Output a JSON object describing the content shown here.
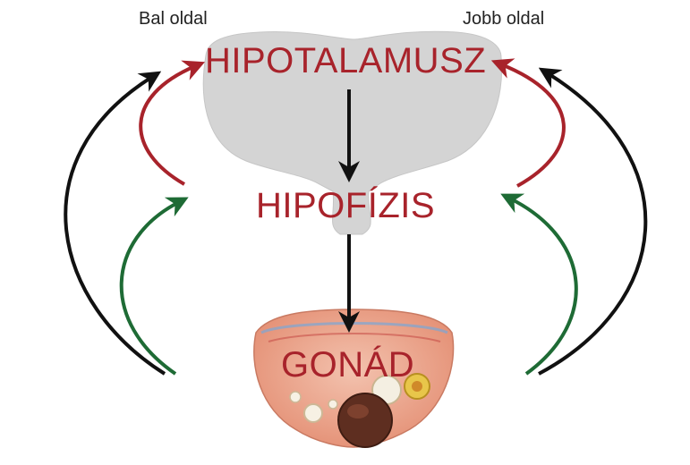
{
  "labels": {
    "left_side": "Bal oldal",
    "right_side": "Jobb oldal",
    "hypothalamus": "HIPOTALAMUSZ",
    "pituitary": "HIPOFÍZIS",
    "gonad": "GONÁD"
  },
  "colors": {
    "node_text": "#a8232b",
    "arrow_black": "#111111",
    "arrow_red": "#a8232b",
    "arrow_green": "#1e6b35",
    "brain_fill": "#d4d4d4",
    "gonad_fill": "#ecaa92"
  },
  "icons": {
    "brain_shape": "hypothalamus-pituitary-silhouette",
    "gonad_image": "ovary-cross-section-illustration"
  }
}
